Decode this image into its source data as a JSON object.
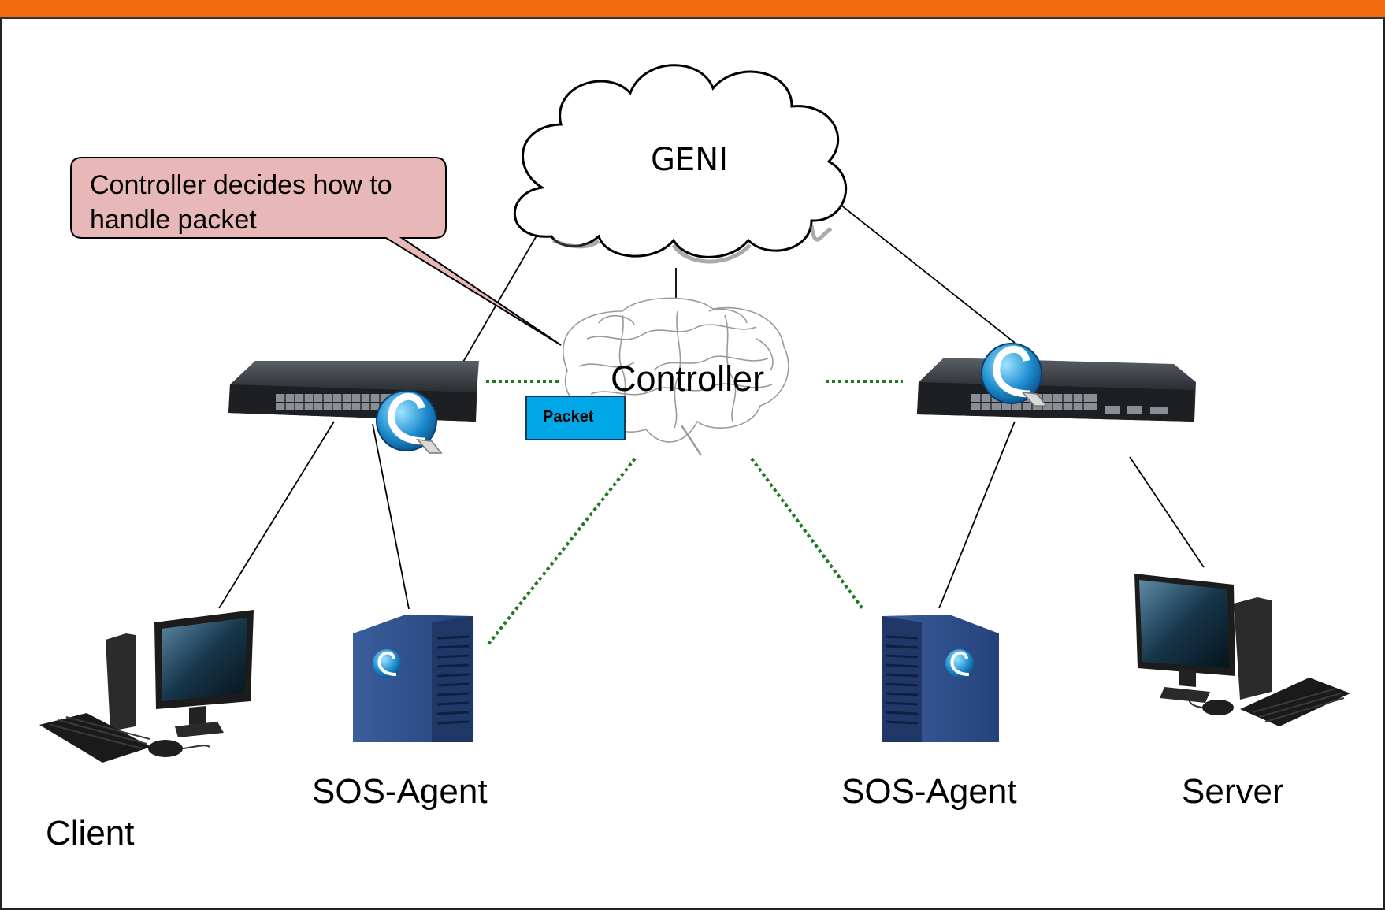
{
  "diagram": {
    "cloud_label": "GENI",
    "controller_label": "Controller",
    "callout_text": "Controller decides how to handle packet",
    "packet_label": "Packet",
    "client_label": "Client",
    "sos_agent_left_label": "SOS-Agent",
    "sos_agent_right_label": "SOS-Agent",
    "server_label": "Server"
  },
  "colors": {
    "top_bar": "#f26b0f",
    "callout_fill": "#e8b7b7",
    "packet_fill": "#00a8e8",
    "control_link": "#1e7a1e",
    "data_link": "#000000"
  },
  "icons": [
    "cloud-icon",
    "brain-icon",
    "network-switch-icon",
    "openflow-logo-icon",
    "server-tower-icon",
    "desktop-computer-icon"
  ]
}
